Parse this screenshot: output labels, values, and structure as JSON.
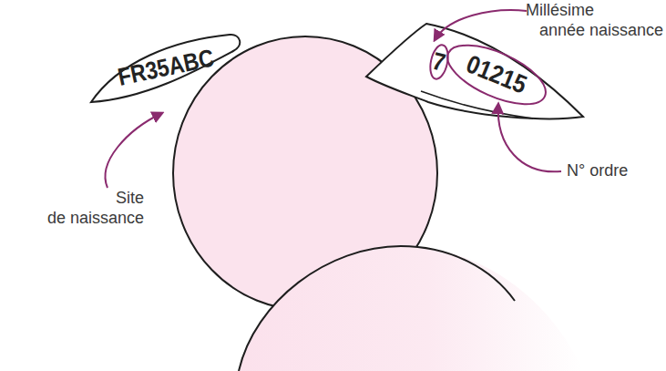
{
  "diagram": {
    "nodes": [
      {
        "text": [
          "FR35ABC"
        ]
      },
      {
        "text": [
          "7"
        ]
      },
      {
        "text": [
          "01215"
        ]
      }
    ],
    "labels": [
      "Site de naissance",
      "Millésime année naissance",
      "N° ordre"
    ]
  }
}
